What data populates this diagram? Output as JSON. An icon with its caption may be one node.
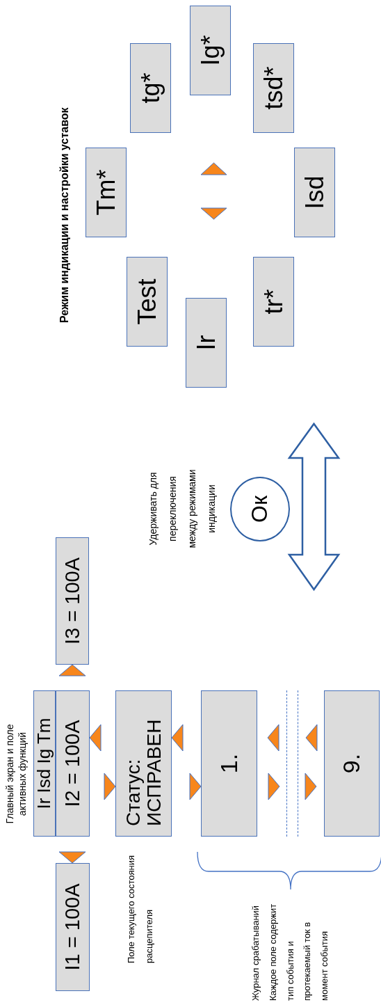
{
  "diagram": {
    "title": "Режим индикации и настройки уставок",
    "nodes": [
      {
        "text": [
          "Ir Isd Ig Tm"
        ],
        "beside": [
          "Главный экран и поле активных функций"
        ]
      },
      {
        "text": [
          "I1 = 100A"
        ]
      },
      {
        "text": [
          "I2 = 100A"
        ]
      },
      {
        "text": [
          "I3 = 100A"
        ]
      },
      {
        "text": [
          "Статус: ИСПРАВЕН"
        ],
        "beside": [
          "Поле текущего состояния расцепителя"
        ]
      },
      {
        "text": [
          "1."
        ]
      },
      {
        "text": [
          "9."
        ]
      },
      {
        "text": [
          "Ок"
        ],
        "beside": [
          "Удерживать для переключения между режимами индикации"
        ]
      },
      {
        "text": [
          "Test"
        ]
      },
      {
        "text": [
          "Tm*"
        ]
      },
      {
        "text": [
          "tg*"
        ]
      },
      {
        "text": [
          "Ir"
        ]
      },
      {
        "text": [
          "Ig*"
        ]
      },
      {
        "text": [
          "tr*"
        ]
      },
      {
        "text": [
          "Isd"
        ]
      },
      {
        "text": [
          "tsd*"
        ]
      },
      {
        "text": [],
        "shape": "bar"
      }
    ],
    "edges": [
      {
        "from": 2,
        "to": 1,
        "arrow": "to"
      },
      {
        "from": 2,
        "to": 3,
        "arrow": "to"
      },
      {
        "from": 2,
        "to": 4,
        "arrow": "to"
      },
      {
        "from": 4,
        "to": 2,
        "arrow": "to"
      },
      {
        "from": 4,
        "to": 5,
        "arrow": "to"
      },
      {
        "from": 5,
        "to": 4,
        "arrow": "to"
      },
      {
        "from": 5,
        "to": 16,
        "arrow": "to"
      },
      {
        "from": 16,
        "to": 5,
        "arrow": "to"
      },
      {
        "from": 16,
        "to": 6,
        "arrow": "to"
      },
      {
        "from": 6,
        "to": 16,
        "arrow": "to"
      }
    ],
    "labels": [
      "Журнал срабатываний",
      "Каждое поле содержит тип события и протекаемый ток в момент события"
    ]
  }
}
